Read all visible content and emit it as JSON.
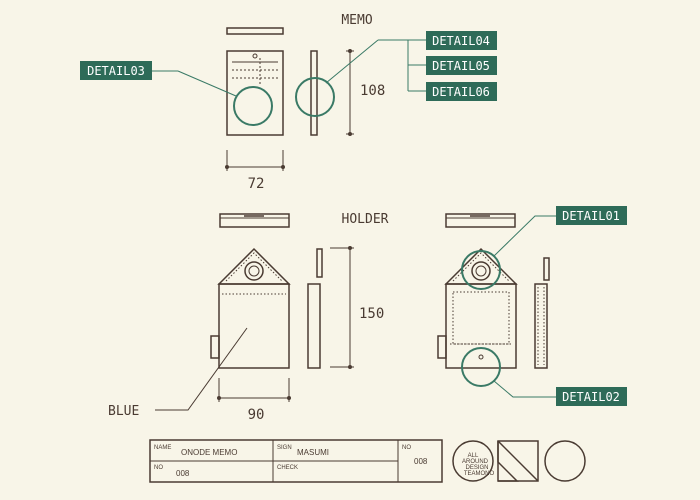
{
  "sections": {
    "memo": "MEMO",
    "holder": "HOLDER"
  },
  "dimensions": {
    "memo_width": "72",
    "memo_height": "108",
    "holder_width": "90",
    "holder_height": "150"
  },
  "callouts": {
    "detail01": "DETAIL01",
    "detail02": "DETAIL02",
    "detail03": "DETAIL03",
    "detail04": "DETAIL04",
    "detail05": "DETAIL05",
    "detail06": "DETAIL06"
  },
  "notes": {
    "color": "BLUE"
  },
  "title_block": {
    "name_label": "NAME",
    "name_value": "ONODE MEMO",
    "sign_label": "SIGN",
    "sign_value": "MASUMI",
    "no_label": "NO",
    "no_value": "008",
    "check_label": "CHECK",
    "no2_label": "NO",
    "no2_value": "008"
  },
  "logo": {
    "line1": "ALL",
    "line2": "AROUND",
    "line3": "DESIGN",
    "line4": "TEAMONO"
  },
  "colors": {
    "ink": "#4a3b32",
    "accent": "#3a7a66",
    "tag_bg": "#2e6b58",
    "paper": "#f8f5e8"
  }
}
